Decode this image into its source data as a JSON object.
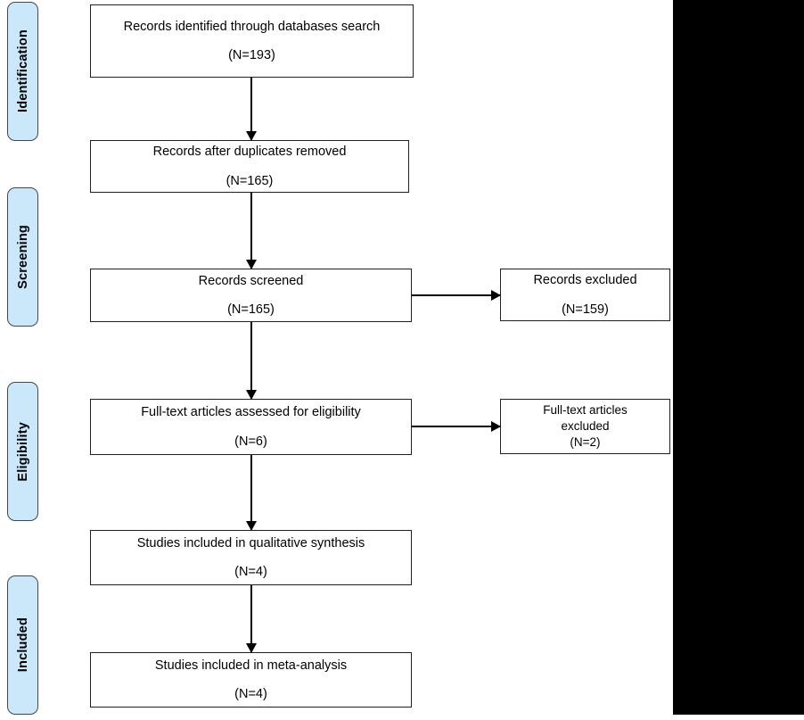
{
  "diagram": {
    "type": "prisma-flow-diagram",
    "background_color": "#ffffff",
    "box_border_color": "#231f20",
    "stage_label_fill": "#cbe8fb",
    "stage_label_border": "#3d4a52"
  },
  "stages": [
    {
      "label": "Identification"
    },
    {
      "label": "Screening"
    },
    {
      "label": "Eligibility"
    },
    {
      "label": "Included"
    }
  ],
  "boxes": {
    "identified": {
      "line1": "Records identified through databases search",
      "line2": "(N=193)"
    },
    "duplicates_removed": {
      "line1": "Records after duplicates removed",
      "line2": "(N=165)"
    },
    "screened": {
      "line1": "Records screened",
      "line2": "(N=165)"
    },
    "records_excluded": {
      "line1": "Records excluded",
      "line2": "(N=159)"
    },
    "fulltext_assessed": {
      "line1": "Full-text articles assessed for eligibility",
      "line2": "(N=6)"
    },
    "fulltext_excluded": {
      "line1": "Full-text articles",
      "line2": "excluded",
      "line3": "(N=2)"
    },
    "qualitative": {
      "line1": "Studies included in qualitative synthesis",
      "line2": "(N=4)"
    },
    "meta_analysis": {
      "line1": "Studies included in meta-analysis",
      "line2": "(N=4)"
    }
  }
}
